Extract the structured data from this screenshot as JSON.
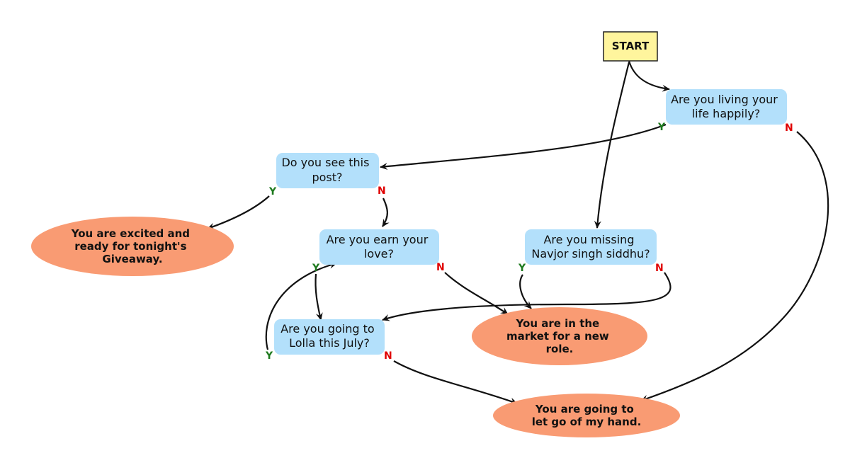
{
  "start": "START",
  "questions": {
    "q1": [
      "Are you living your",
      "life happily?"
    ],
    "q2": [
      "Do you see this",
      "post?"
    ],
    "q3": [
      "Are you earn your",
      "love?"
    ],
    "q4": [
      "Are you missing",
      "Navjor singh siddhu?"
    ],
    "q5": [
      "Are you going to",
      "Lolla this July?"
    ]
  },
  "outcomes": {
    "o1": [
      "You are excited and",
      "ready for tonight's",
      "Giveaway."
    ],
    "o2": [
      "You are in the",
      "market for a new",
      "role."
    ],
    "o3": [
      "You are going to",
      "let go of my hand."
    ]
  },
  "labels": {
    "yes": "Y",
    "no": "N"
  },
  "colors": {
    "start_fill": "#fff59d",
    "question_fill": "#b3e0fb",
    "outcome_fill": "#f99b73",
    "yes": "#1e7a1e",
    "no": "#e00000",
    "edge": "#111111"
  }
}
